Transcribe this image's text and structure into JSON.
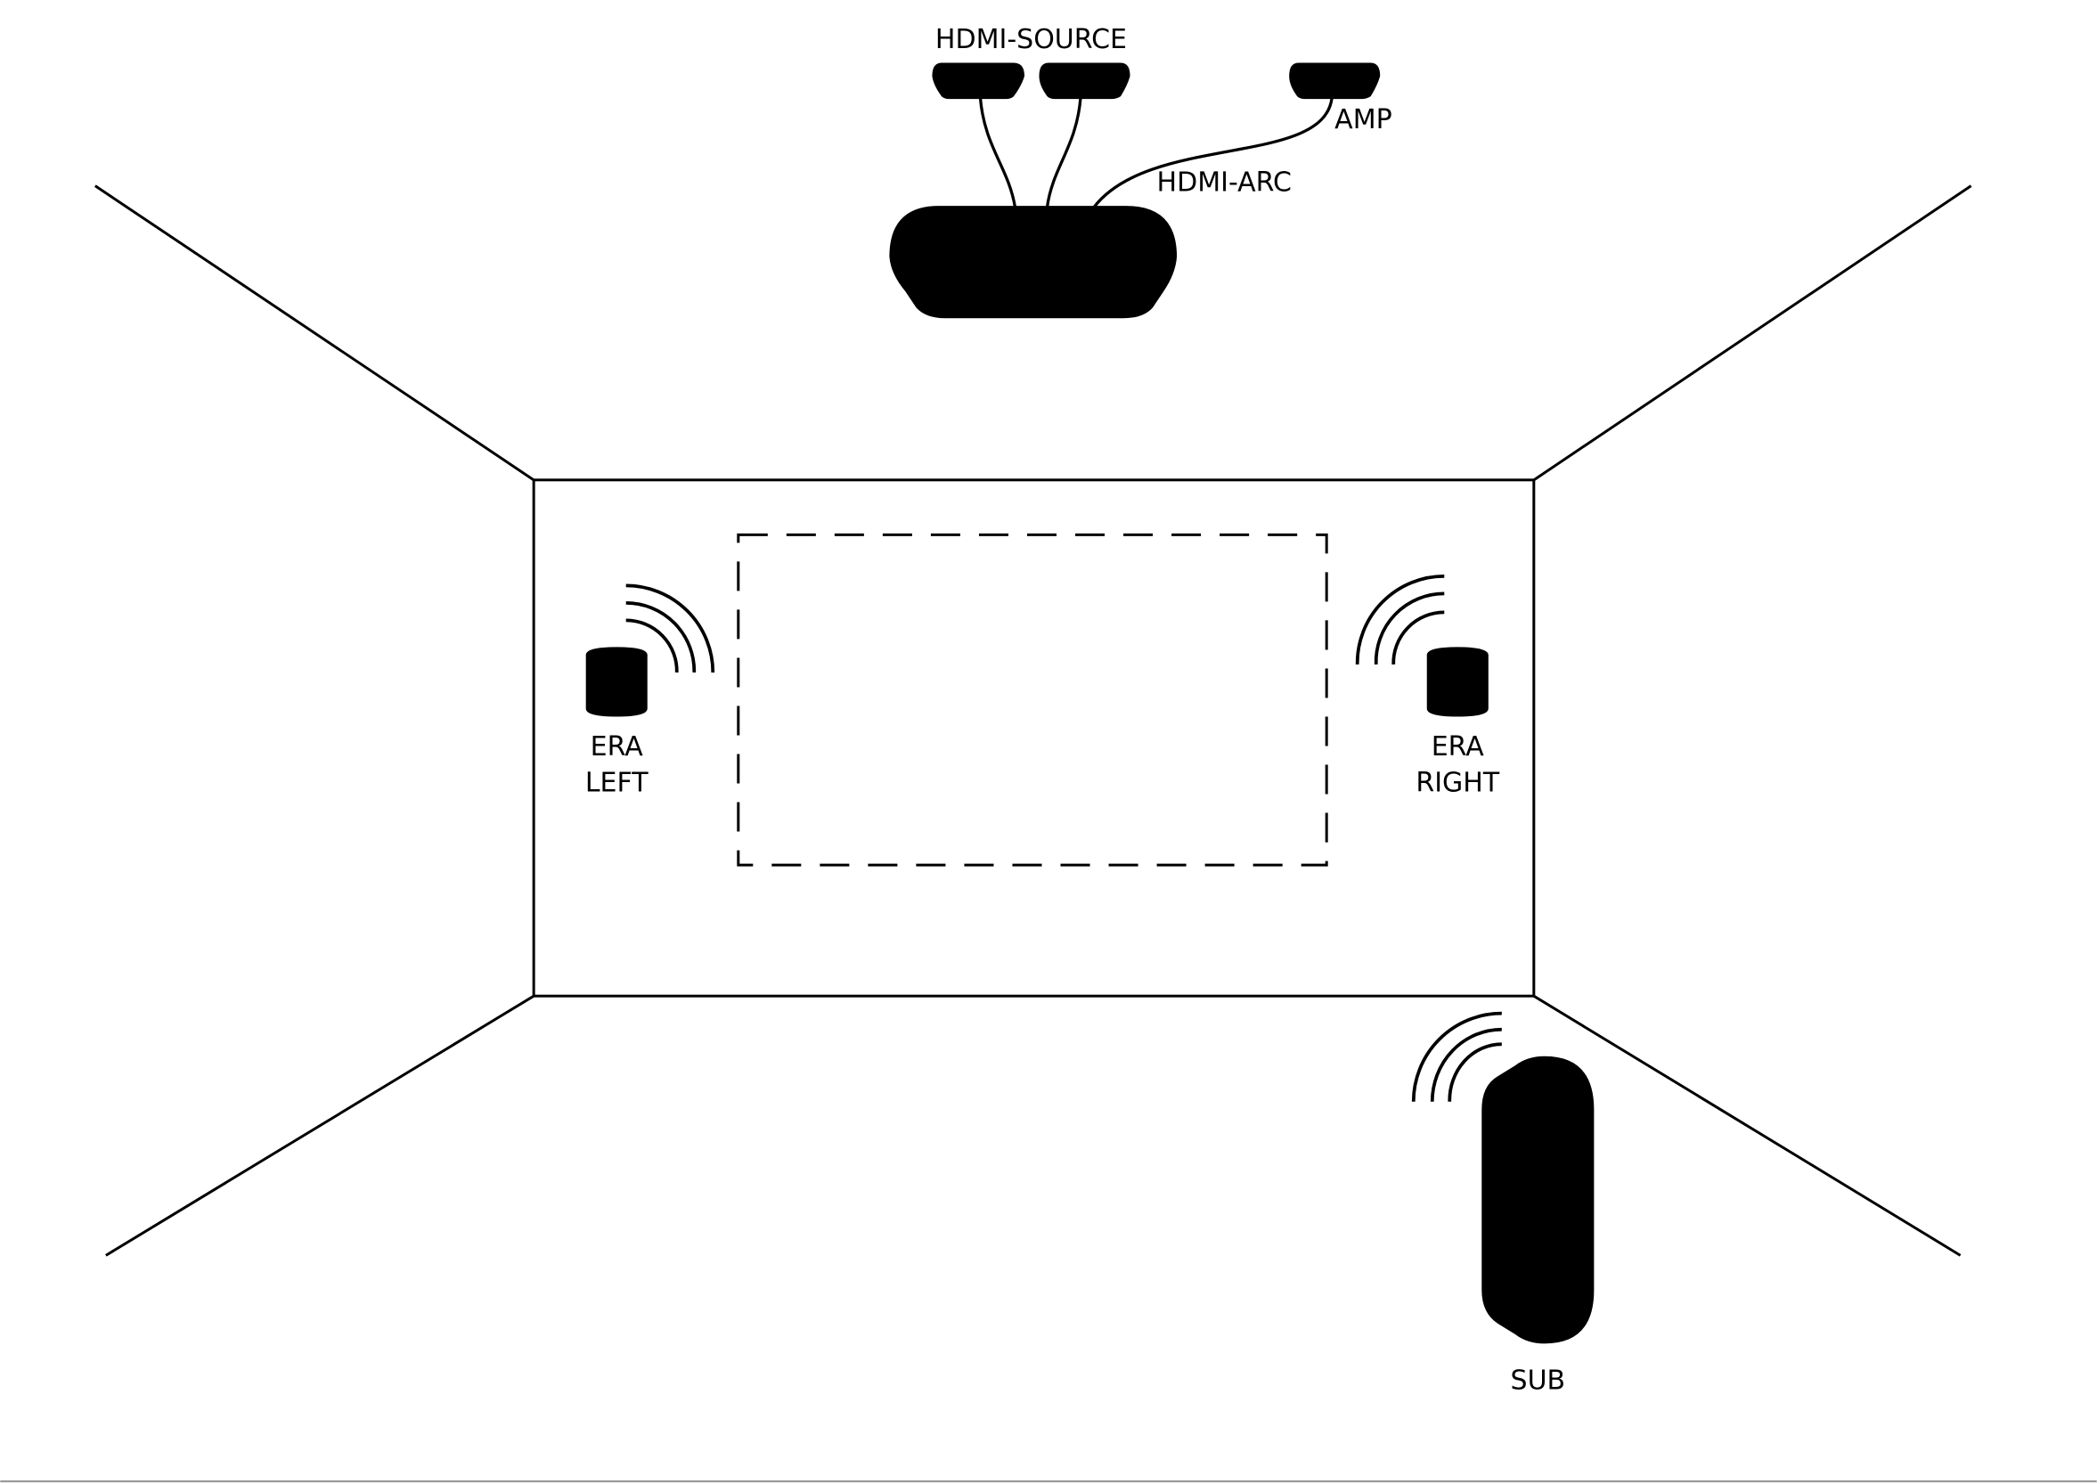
{
  "labels": {
    "hdmi_source": "HDMI-SOURCE",
    "amp": "AMP",
    "hdmi_arc": "HDMI-ARC",
    "era_left_line1": "ERA",
    "era_left_line2": "LEFT",
    "era_right_line1": "ERA",
    "era_right_line2": "RIGHT",
    "sub": "SUB"
  },
  "colors": {
    "stroke": "#000000",
    "background": "#ffffff"
  }
}
